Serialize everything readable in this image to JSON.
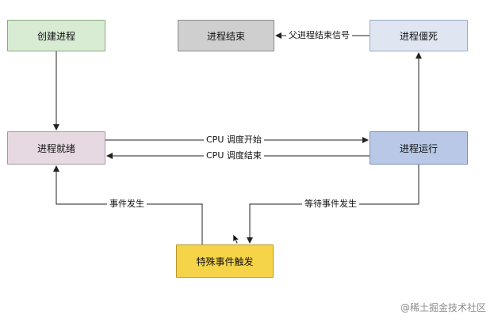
{
  "nodes": {
    "create": "创建进程",
    "end": "进程结束",
    "zombie": "进程僵死",
    "ready": "进程就绪",
    "run": "进程运行",
    "event": "特殊事件触发"
  },
  "edges": {
    "parent_signal": "父进程结束信号",
    "cpu_start": "CPU 调度开始",
    "cpu_end": "CPU 调度结束",
    "event_occur": "事件发生",
    "wait_event": "等待事件发生"
  },
  "watermark": "@稀土掘金技术社区"
}
